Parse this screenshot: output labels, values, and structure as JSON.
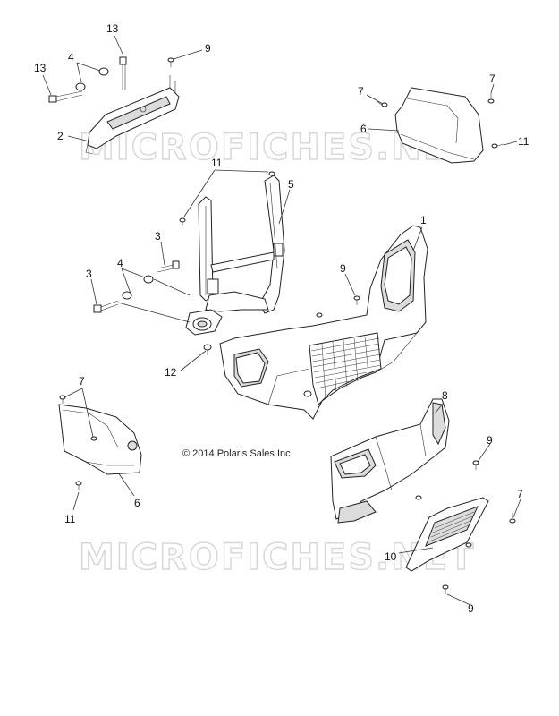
{
  "watermark": "MICROFICHES.NET",
  "copyright": "© 2014 Polaris Sales Inc.",
  "callouts": {
    "c13a": "13",
    "c9a": "9",
    "c13b": "13",
    "c4a": "4",
    "c2": "2",
    "c7a": "7",
    "c7b": "7",
    "c6a": "6",
    "c11a": "11",
    "c11b": "11",
    "c5": "5",
    "c3a": "3",
    "c4b": "4",
    "c3b": "3",
    "c9b": "9",
    "c1": "1",
    "c12": "12",
    "c7c": "7",
    "c6b": "6",
    "c11c": "11",
    "c8": "8",
    "c9c": "9",
    "c7d": "7",
    "c10": "10",
    "c9d": "9"
  }
}
